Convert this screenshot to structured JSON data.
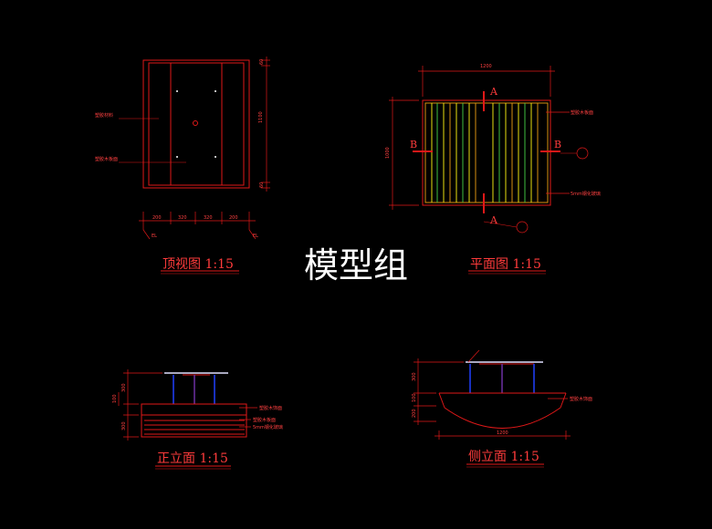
{
  "colors": {
    "background": "#000000",
    "line_red": "#e01818",
    "text_red": "#ff3b3b",
    "wood_yellow": "#e8e010",
    "wood_orange": "#d89010",
    "wood_green": "#40c040",
    "post_blue": "#2040ff",
    "glass_white": "#e0e0ff"
  },
  "watermark": "模型组",
  "views": {
    "top": {
      "title": "顶视图 1:15",
      "callout_1": "塑胶材料",
      "callout_2": "塑胶木板面",
      "dim_right": "1100",
      "dim_right_top": "60",
      "dim_right_bot": "60",
      "dims_bottom": [
        "200",
        "320",
        "320",
        "200"
      ],
      "level_mark": "EL"
    },
    "plan": {
      "title": "平面图 1:15",
      "dim_top": "1200",
      "dim_left": "1000",
      "callout_1": "塑胶木板面",
      "callout_2": "5mm钢化玻璃",
      "mark_a": "A",
      "mark_b": "B"
    },
    "front": {
      "title": "正立面 1:15",
      "callout_1": "塑胶木饰面",
      "callout_2": "塑胶木板面",
      "callout_3": "5mm钢化玻璃",
      "dims_left": [
        "300",
        "100",
        "300"
      ]
    },
    "side": {
      "title": "侧立面 1:15",
      "callout_1": "塑胶木饰面",
      "dim_bottom": "1200",
      "dims_left": [
        "300",
        "100",
        "200"
      ]
    }
  }
}
